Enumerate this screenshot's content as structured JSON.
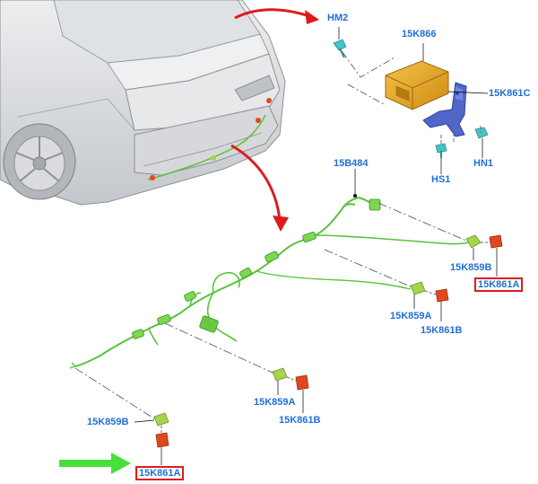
{
  "labels": {
    "hm2": "HM2",
    "k866": "15K866",
    "k861c": "15K861C",
    "hs1": "HS1",
    "hn1": "HN1",
    "b484": "15B484",
    "k859b_right": "15K859B",
    "k861a_right": "15K861A",
    "k859a_mid": "15K859A",
    "k861b_mid": "15K861B",
    "k859a_left": "15K859A",
    "k861b_left": "15K861B",
    "k859b_left": "15K859B",
    "k861a_left": "15K861A"
  },
  "colors": {
    "label_blue": "#1f6fd6",
    "highlight_red": "#e01a1a",
    "harness_green": "#58c43a",
    "connector_lime": "#a6d44a",
    "sensor_red": "#e0481c",
    "module_amber": "#e8a21c",
    "bracket_blue": "#4f67c8",
    "screw_teal": "#47c3c8",
    "arrow_green": "#47e03a",
    "car_gray": "#c9cbce"
  }
}
